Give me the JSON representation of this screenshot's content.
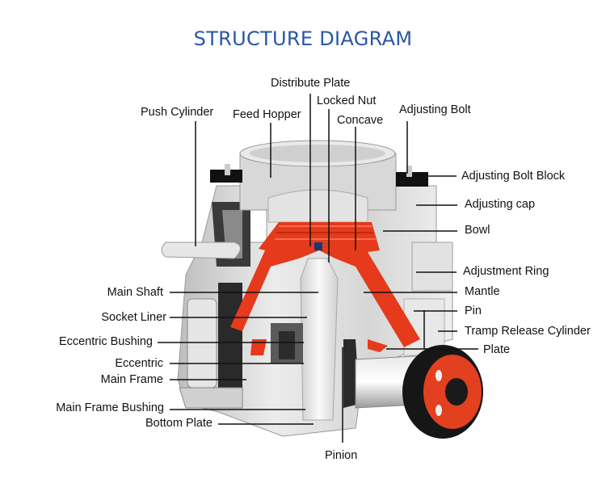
{
  "title": "STRUCTURE DIAGRAM",
  "colors": {
    "title": "#2a57a3",
    "accent_red": "#e53a1c",
    "body_grey": "#d9d9d9",
    "dark": "#1a1a1a"
  },
  "labels": {
    "top": {
      "distribute_plate": "Distribute Plate",
      "locked_nut": "Locked Nut",
      "push_cylinder": "Push Cylinder",
      "feed_hopper": "Feed Hopper",
      "concave": "Concave",
      "adjusting_bolt": "Adjusting Bolt"
    },
    "right": {
      "adjusting_bolt_block": "Adjusting Bolt Block",
      "adjusting_cap": "Adjusting cap",
      "bowl": "Bowl",
      "adjustment_ring": "Adjustment Ring",
      "mantle": "Mantle",
      "pin": "Pin",
      "tramp_release_cylinder": "Tramp Release Cylinder",
      "plate": "Plate"
    },
    "left": {
      "main_shaft": "Main Shaft",
      "socket_liner": "Socket Liner",
      "eccentric_bushing": "Eccentric Bushing",
      "eccentric": "Eccentric",
      "main_frame": "Main Frame",
      "main_frame_bushing": "Main Frame Bushing",
      "bottom_plate": "Bottom Plate"
    },
    "bottom": {
      "pinion": "Pinion"
    }
  }
}
